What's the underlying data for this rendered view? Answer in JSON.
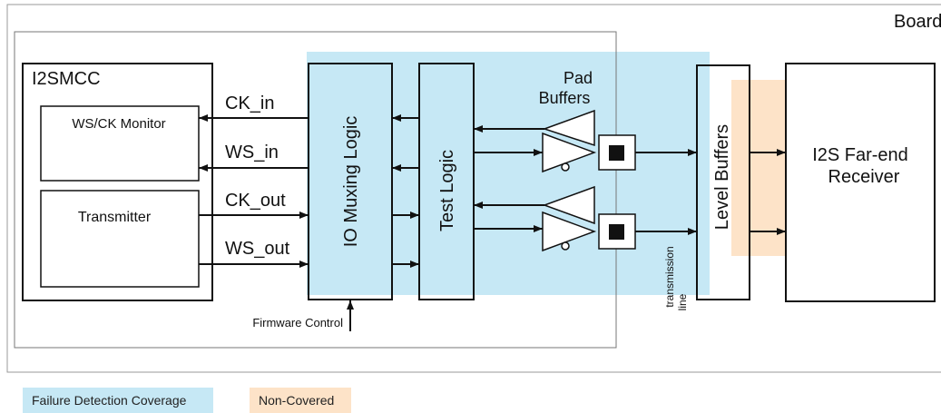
{
  "diagram": {
    "board_label": "Board",
    "i2smcc_label": "I2SMCC",
    "monitor_label": "WS/CK Monitor",
    "transmitter_label": "Transmitter",
    "signals": {
      "ck_in": "CK_in",
      "ws_in": "WS_in",
      "ck_out": "CK_out",
      "ws_out": "WS_out"
    },
    "io_muxing_label": "IO Muxing Logic",
    "test_logic_label": "Test Logic",
    "pad_buffers_line1": "Pad",
    "pad_buffers_line2": "Buffers",
    "level_buffers_label": "Level Buffers",
    "receiver_line1": "I2S Far-end",
    "receiver_line2": "Receiver",
    "firmware_control_label": "Firmware Control",
    "transmission_line1": "transmission",
    "transmission_line2": "line"
  },
  "legend": {
    "coverage_label": "Failure Detection Coverage",
    "coverage_color": "#c6e8f5",
    "noncovered_label": "Non-Covered",
    "noncovered_color": "#fde3c8"
  }
}
